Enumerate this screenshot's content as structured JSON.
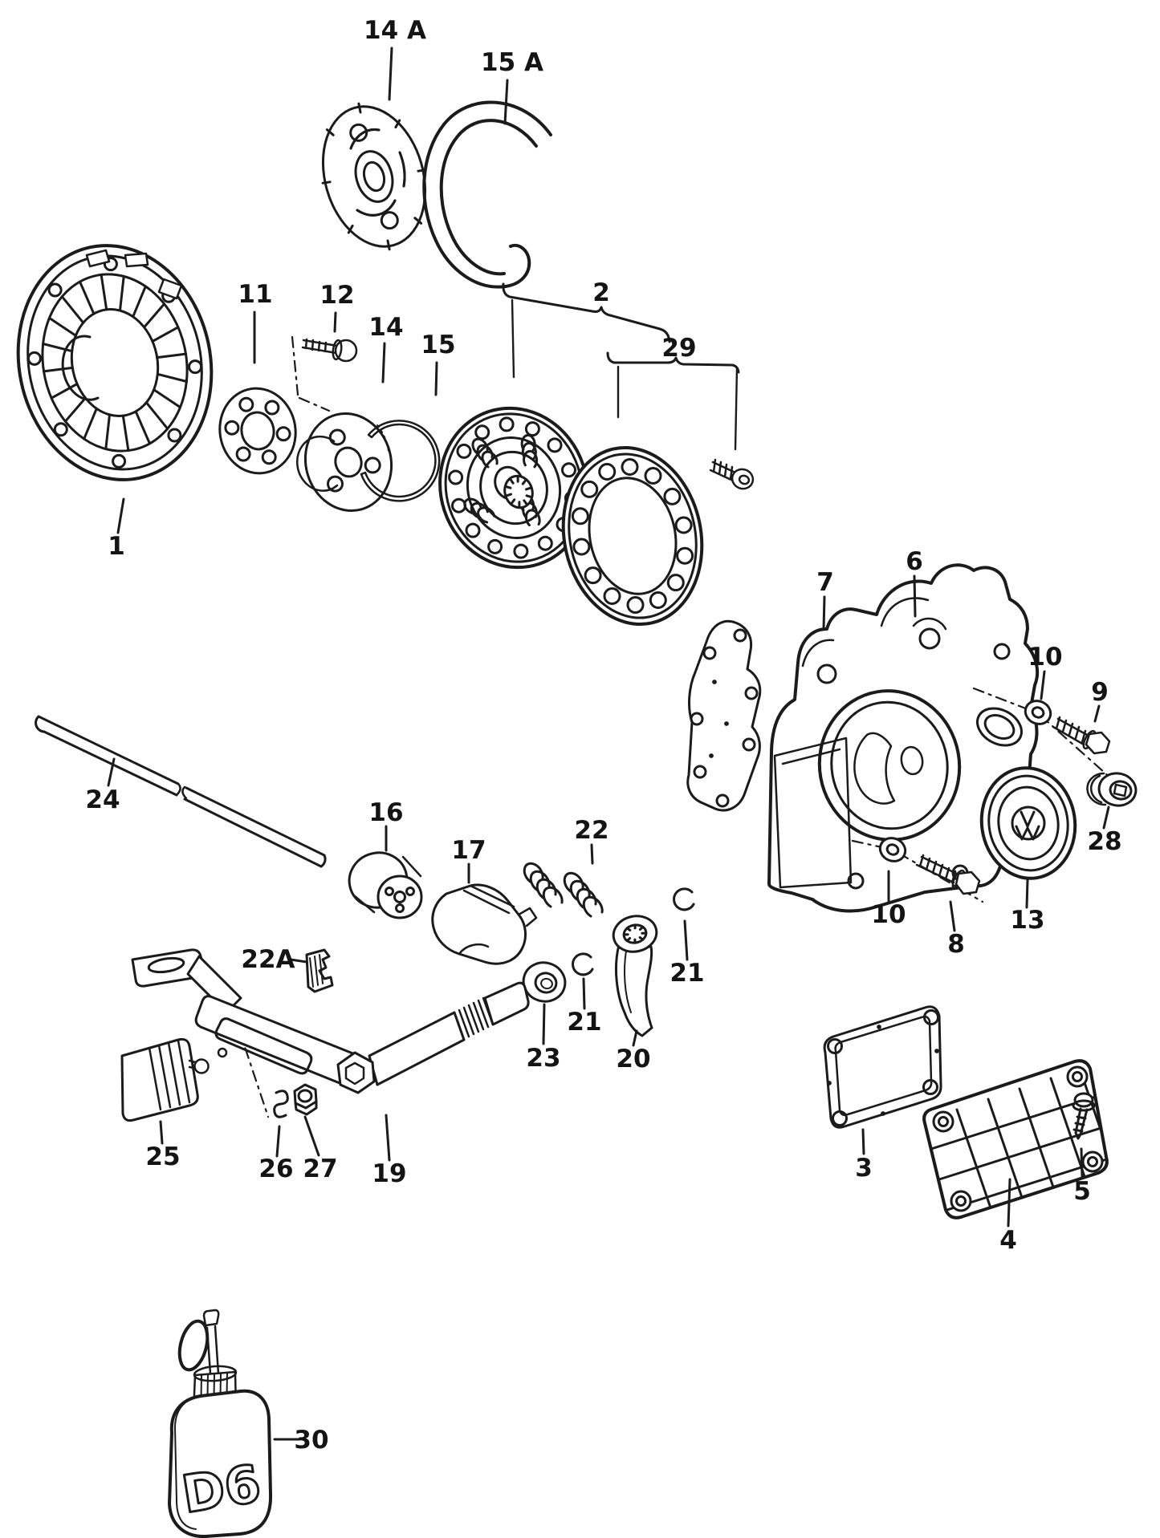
{
  "diagram": {
    "kind": "exploded-parts-diagram",
    "colors": {
      "background": "#ffffff",
      "line": "#1b1b1b"
    },
    "labels": {
      "p1": "1",
      "p2": "2",
      "p3": "3",
      "p4": "4",
      "p5": "5",
      "p6": "6",
      "p7": "7",
      "p8": "8",
      "p9": "9",
      "p10a": "10",
      "p10b": "10",
      "p11": "11",
      "p12": "12",
      "p13": "13",
      "p14": "14",
      "p14a": "14 A",
      "p15": "15",
      "p15a": "15 A",
      "p16": "16",
      "p17": "17",
      "p19": "19",
      "p20": "20",
      "p21a": "21",
      "p21b": "21",
      "p22": "22",
      "p22a": "22A",
      "p23": "23",
      "p24": "24",
      "p25": "25",
      "p26": "26",
      "p27": "27",
      "p28": "28",
      "p29": "29",
      "p30": "30"
    },
    "bottle_text": "D6"
  }
}
